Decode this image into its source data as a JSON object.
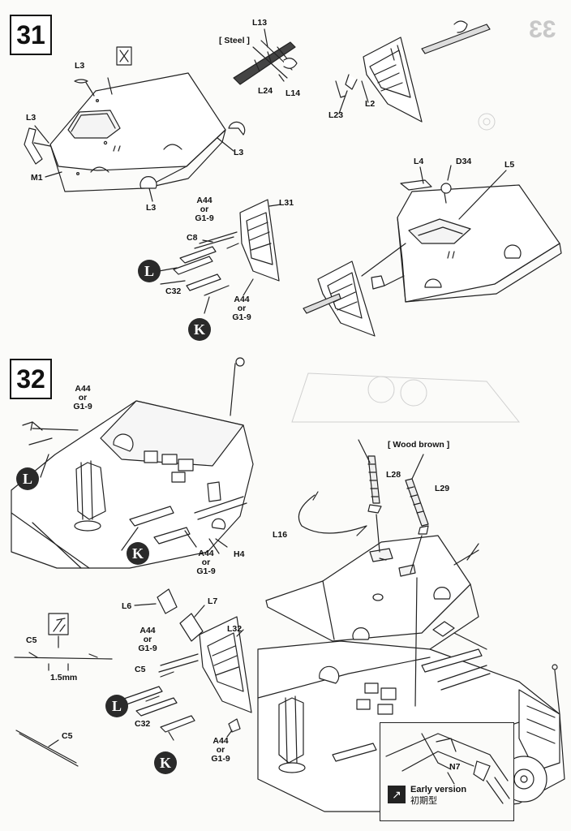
{
  "step31": {
    "number": "31",
    "labels": {
      "l3_a": "L3",
      "l3_b": "L3",
      "l3_c": "L3",
      "l3_d": "L3",
      "m1": "M1",
      "l13": "L13",
      "steel": "[ Steel ]",
      "l24": "L24",
      "l14": "L14",
      "l23": "L23",
      "l2": "L2",
      "l4": "L4",
      "d34": "D34",
      "l5": "L5",
      "a44_a": "A44",
      "or_a": "or",
      "g19_a": "G1-9",
      "l31": "L31",
      "c8": "C8",
      "c32": "C32",
      "a44_b": "A44",
      "or_b": "or",
      "g19_b": "G1-9"
    },
    "markers": {
      "l": "L",
      "k": "K"
    }
  },
  "step32": {
    "number": "32",
    "labels": {
      "a44_c": "A44",
      "or_c": "or",
      "g19_c": "G1-9",
      "wood_brown": "[ Wood brown ]",
      "l28": "L28",
      "l29": "L29",
      "l16": "L16",
      "a44_d": "A44",
      "or_d": "or",
      "g19_d": "G1-9",
      "h4": "H4",
      "l6": "L6",
      "l7": "L7",
      "a44_e": "A44",
      "or_e": "or",
      "g19_e": "G1-9",
      "c5_a": "C5",
      "c5_b": "C5",
      "c5_c": "C5",
      "mm": "1.5mm",
      "l32": "L32",
      "c32": "C32",
      "a44_f": "A44",
      "or_f": "or",
      "g19_f": "G1-9",
      "n7": "N7"
    },
    "markers": {
      "l1": "L",
      "k1": "K",
      "l2": "L",
      "k2": "K"
    },
    "inset": {
      "title": "Early version",
      "subtitle": "初期型"
    }
  },
  "next_step": "33"
}
